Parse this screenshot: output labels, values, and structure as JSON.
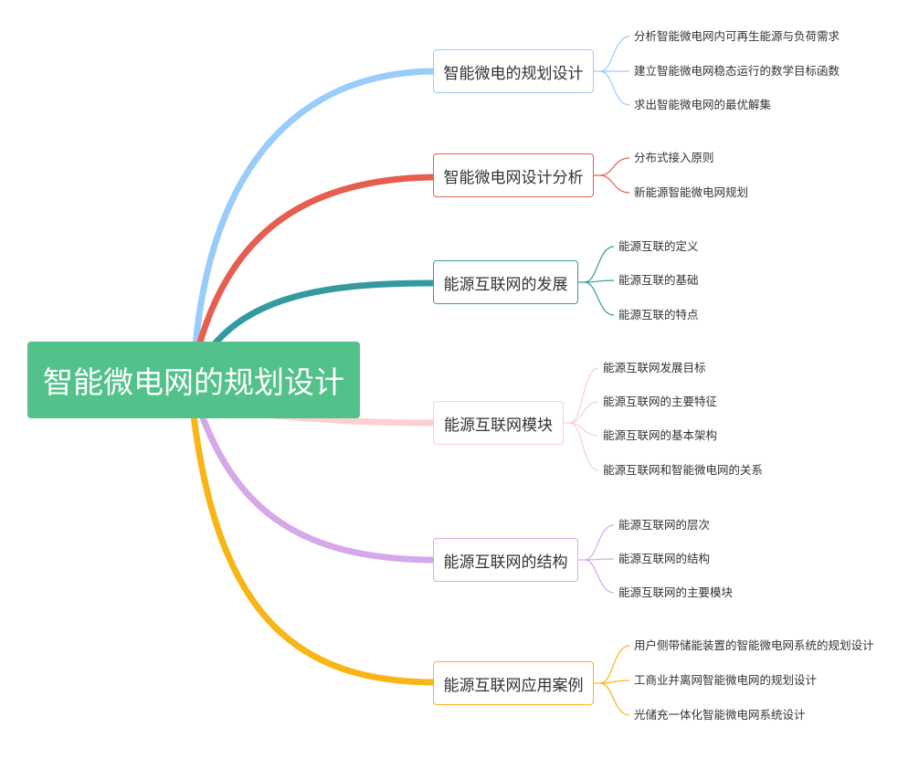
{
  "root": {
    "label": "智能微电网的规划设计"
  },
  "branches": [
    {
      "label": "智能微电的规划设计",
      "color": "#99ccfa",
      "children": [
        "分析智能微电网内可再生能源与负荷需求",
        "建立智能微电网稳态运行的数学目标函数",
        "求出智能微电网的最优解集"
      ]
    },
    {
      "label": "智能微电网设计分析",
      "color": "#e55e4f",
      "children": [
        "分布式接入原则",
        "新能源智能微电网规划"
      ]
    },
    {
      "label": "能源互联网的发展",
      "color": "#359aa0",
      "children": [
        "能源互联的定义",
        "能源互联的基础",
        "能源互联的特点"
      ]
    },
    {
      "label": "能源互联网模块",
      "color": "#fccfd0",
      "children": [
        "能源互联网发展目标",
        "能源互联网的主要特征",
        "能源互联网的基本架构",
        "能源互联网和智能微电网的关系"
      ]
    },
    {
      "label": "能源互联网的结构",
      "color": "#d6a8ea",
      "children": [
        "能源互联网的层次",
        "能源互联网的结构",
        "能源互联网的主要模块"
      ]
    },
    {
      "label": "能源互联网应用案例",
      "color": "#f8b616",
      "children": [
        "用户侧带储能装置的智能微电网系统的规划设计",
        "工商业并离网智能微电网的规划设计",
        "光储充一体化智能微电网系统设计"
      ]
    }
  ]
}
